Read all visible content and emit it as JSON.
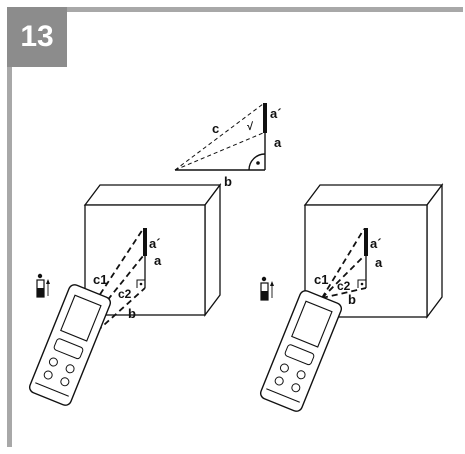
{
  "figure": {
    "number": "13"
  },
  "triangle": {
    "label_a_prime": "a´",
    "label_a": "a",
    "label_b": "b",
    "label_c": "c",
    "check_mark": "√"
  },
  "left_scene": {
    "label_c1": "c1",
    "label_c2": "c2",
    "label_a_prime": "a´",
    "label_a": "a",
    "label_b": "b"
  },
  "right_scene": {
    "label_c1": "c1",
    "label_c2": "c2",
    "label_a_prime": "a´",
    "label_a": "a",
    "label_b": "b"
  },
  "icons": {
    "left": "device-reference-top-icon",
    "right": "device-reference-top-icon"
  },
  "colors": {
    "frame": "#a8a8a8",
    "badge": "#8c8c8c",
    "ink": "#111111"
  }
}
